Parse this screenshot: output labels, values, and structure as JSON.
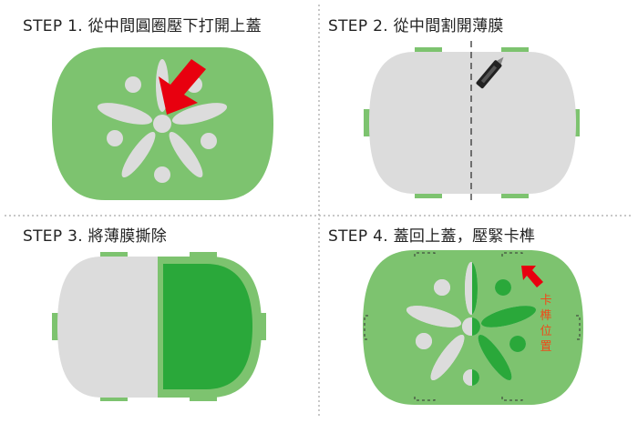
{
  "steps": [
    {
      "title": "STEP  1. 從中間圓圈壓下打開上蓋"
    },
    {
      "title": "STEP  2. 從中間割開薄膜"
    },
    {
      "title": "STEP  3. 將薄膜撕除"
    },
    {
      "title": "STEP  4. 蓋回上蓋，壓緊卡榫"
    }
  ],
  "callout": {
    "label": "卡榫位置"
  },
  "colors": {
    "light_green": "#7dc36f",
    "dark_green": "#2aa83a",
    "film_gray": "#dcdcdc",
    "arrow_red": "#e8000f",
    "label_orange": "#ef4a1a"
  }
}
